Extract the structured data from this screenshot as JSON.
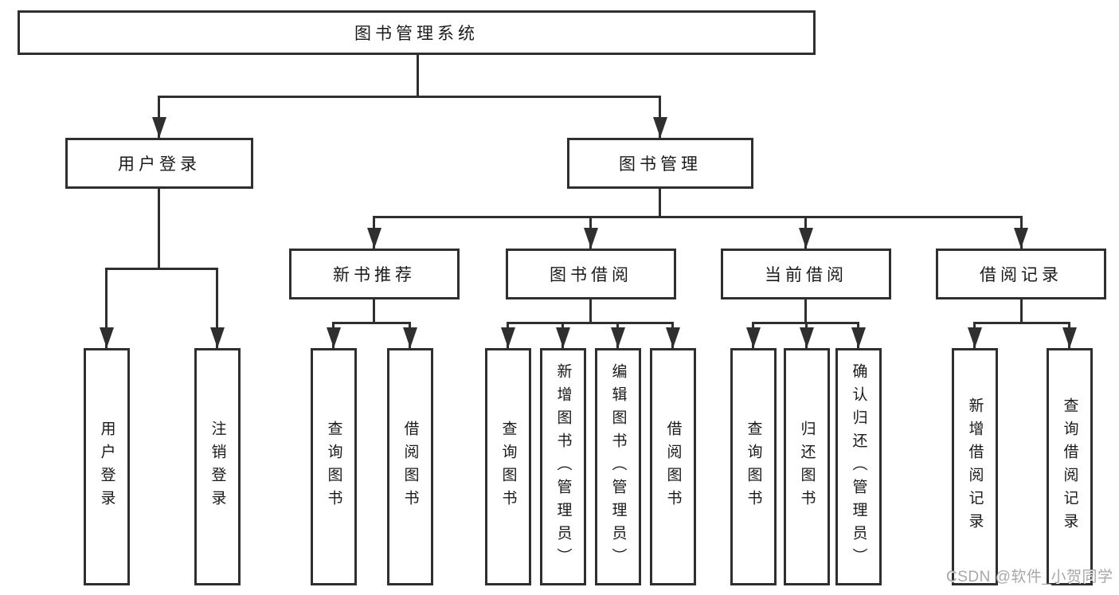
{
  "diagram": {
    "title": "图书管理系统",
    "watermark": "CSDN @软件_小贺同学",
    "colors": {
      "line": "#2f2f2f",
      "text": "#1a1a1a",
      "background": "#ffffff",
      "watermark": "#a8a8a8"
    }
  },
  "tree": {
    "label": "图书管理系统",
    "children": [
      {
        "label": "用户登录",
        "children": [
          {
            "label": "用户登录"
          },
          {
            "label": "注销登录"
          }
        ]
      },
      {
        "label": "图书管理",
        "children": [
          {
            "label": "新书推荐",
            "children": [
              {
                "label": "查询图书"
              },
              {
                "label": "借阅图书"
              }
            ]
          },
          {
            "label": "图书借阅",
            "children": [
              {
                "label": "查询图书"
              },
              {
                "label": "新增图书（管理员）"
              },
              {
                "label": "编辑图书（管理员）"
              },
              {
                "label": "借阅图书"
              }
            ]
          },
          {
            "label": "当前借阅",
            "children": [
              {
                "label": "查询图书"
              },
              {
                "label": "归还图书"
              },
              {
                "label": "确认归还（管理员）"
              }
            ]
          },
          {
            "label": "借阅记录",
            "children": [
              {
                "label": "新增借阅记录"
              },
              {
                "label": "查询借阅记录"
              }
            ]
          }
        ]
      }
    ]
  }
}
